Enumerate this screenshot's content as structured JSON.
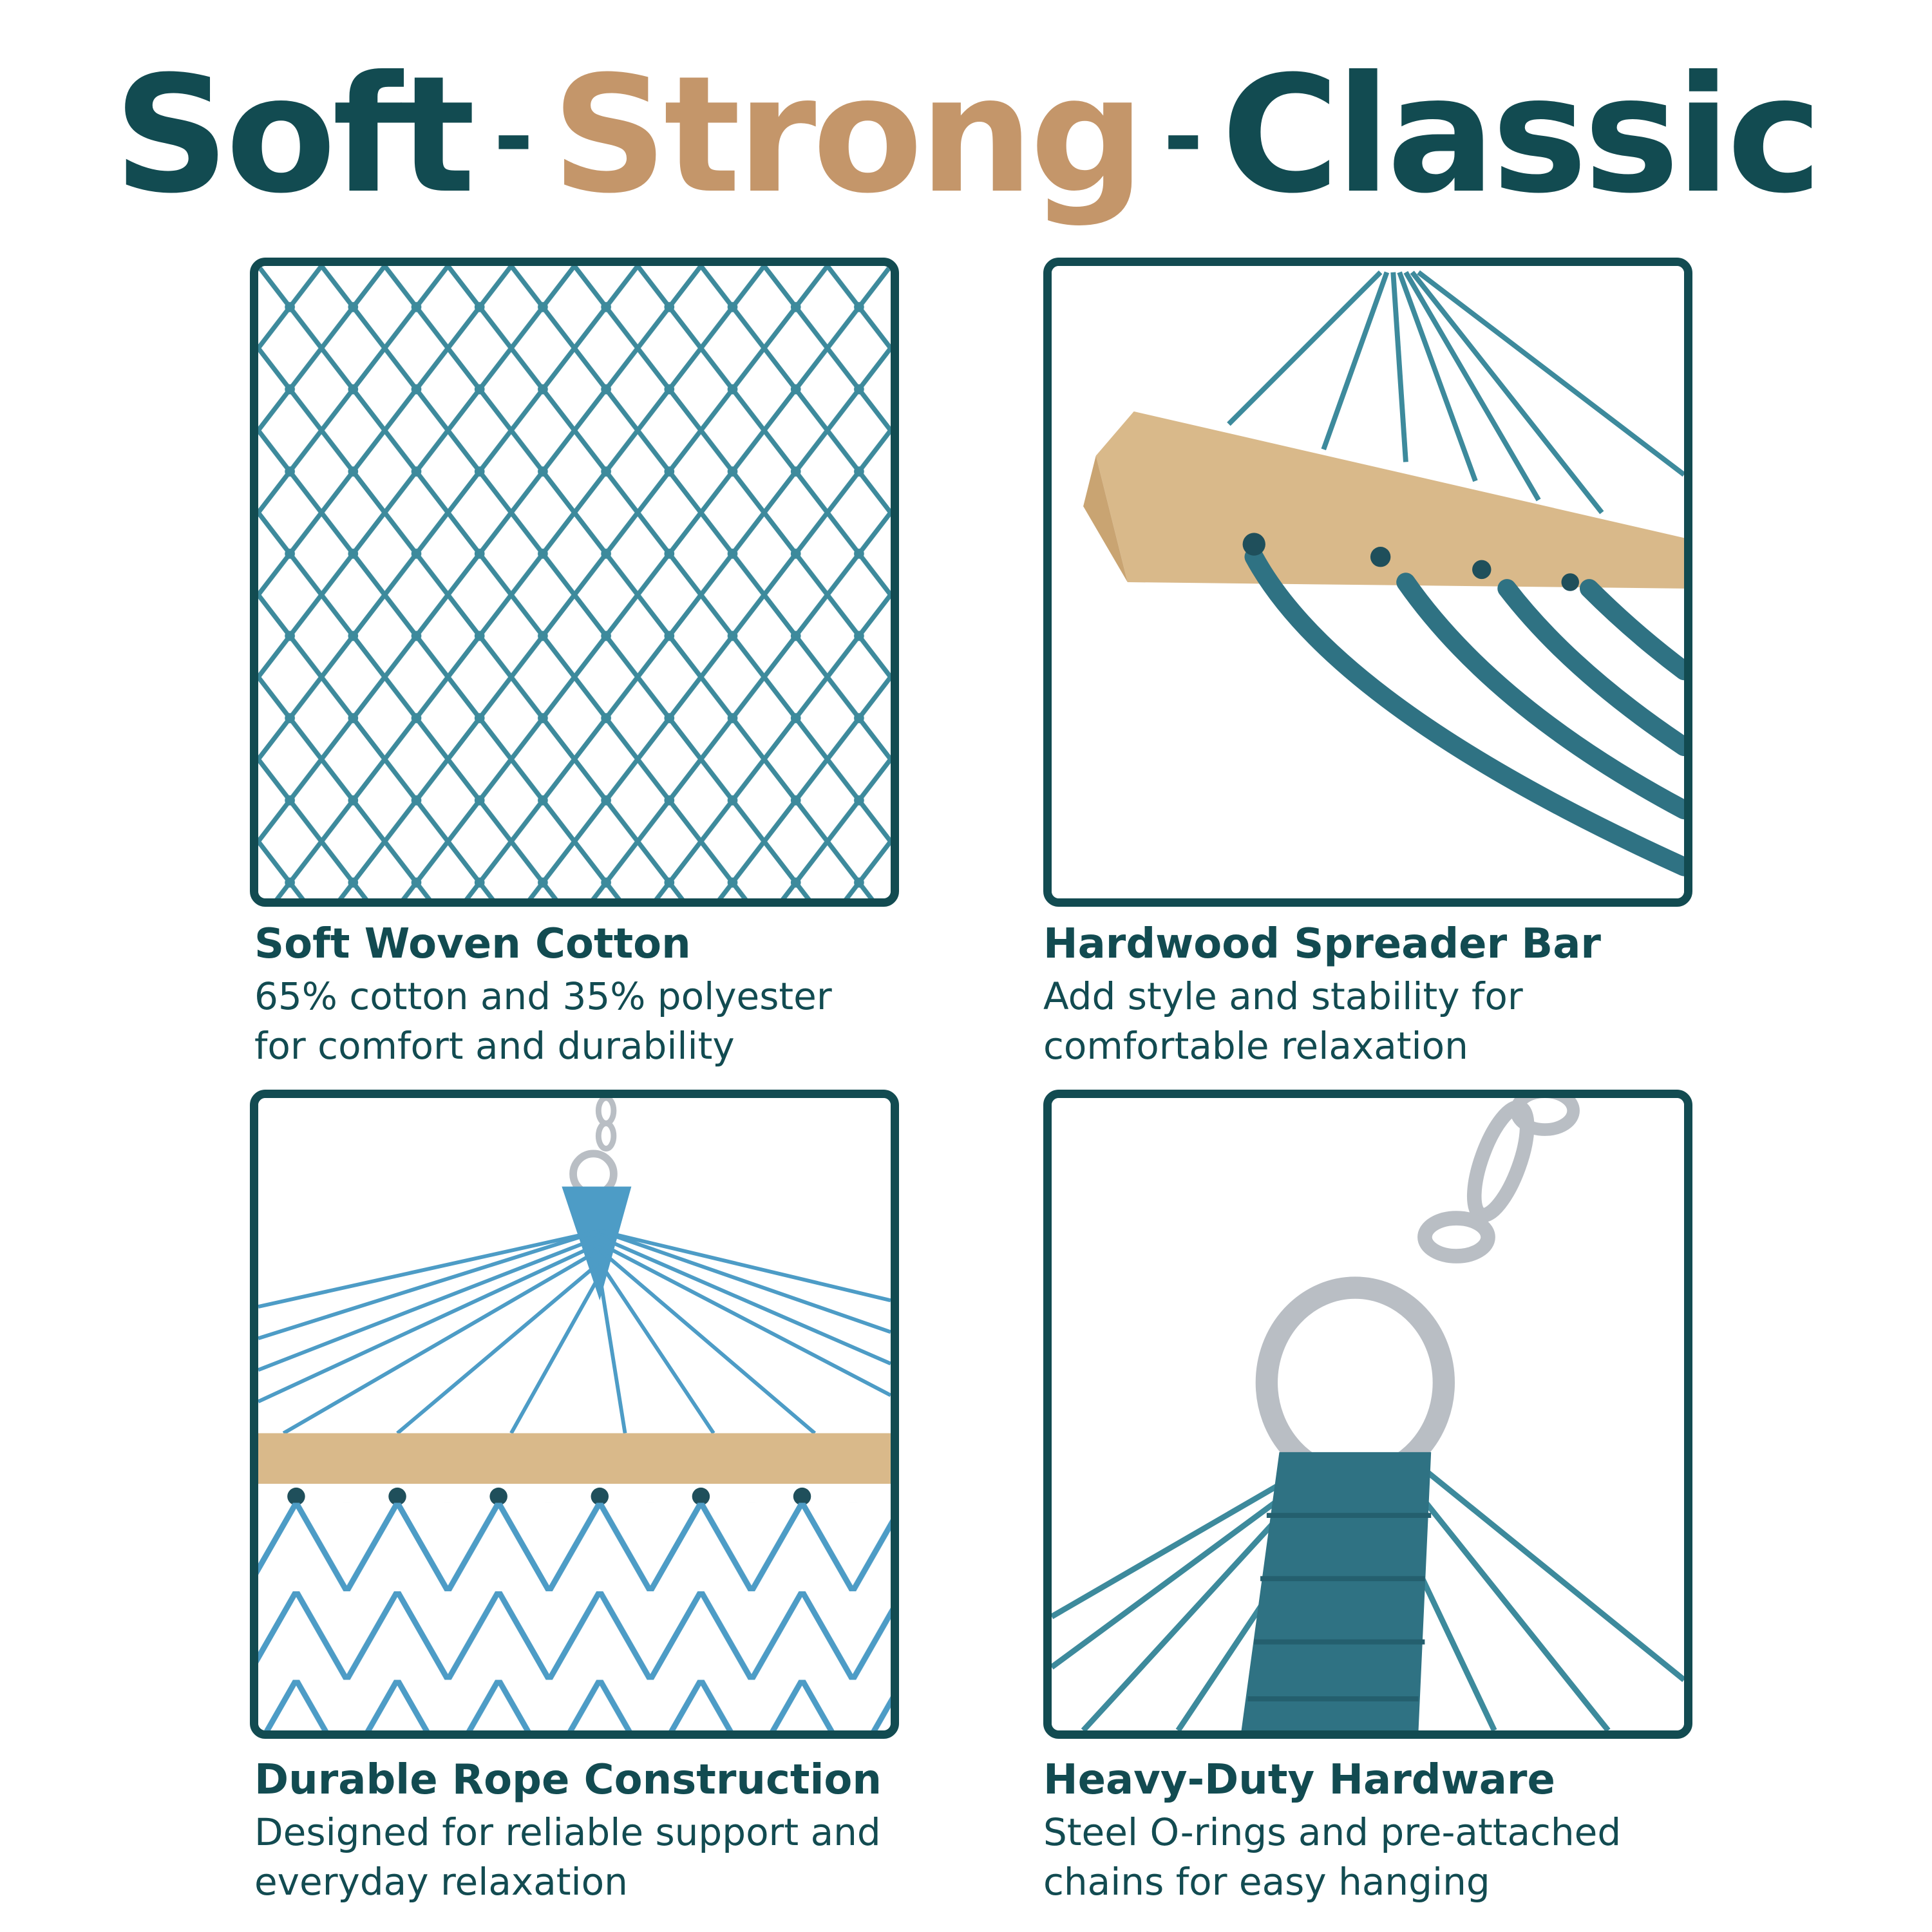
{
  "headline": {
    "word1": "Soft",
    "separator": "-",
    "word2": "Strong",
    "word3": "Classic",
    "color_primary": "#124b51",
    "color_accent": "#c4966a"
  },
  "features": [
    {
      "title": "Soft Woven Cotton",
      "line1": "65% cotton and 35% polyester",
      "line2": "for comfort and durability",
      "image_icon": "rope-net-icon"
    },
    {
      "title": "Hardwood Spreader Bar",
      "line1": "Add style and stability for",
      "line2": "comfortable relaxation",
      "image_icon": "spreader-bar-icon"
    },
    {
      "title": "Durable Rope Construction",
      "line1": "Designed for reliable support and",
      "line2": "everyday relaxation",
      "image_icon": "rope-weave-icon"
    },
    {
      "title": "Heavy-Duty Hardware",
      "line1": "Steel O-rings and pre-attached",
      "line2": "chains for easy hanging",
      "image_icon": "o-ring-chain-icon"
    }
  ],
  "colors": {
    "panel_border": "#124b51",
    "rope_teal": "#3d8a9c",
    "rope_blue": "#4d9cc6",
    "wood": "#d9b98a",
    "steel": "#b9bec4"
  }
}
